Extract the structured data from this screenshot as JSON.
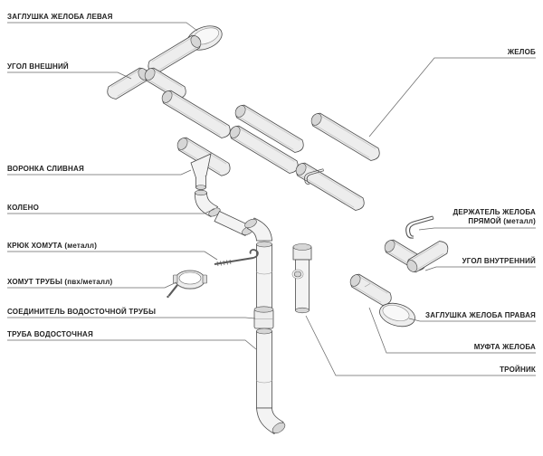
{
  "diagram": {
    "background": "#ffffff",
    "outline_color": "#4a4a4a",
    "leader_line_color": "#6a6a6a",
    "labels": {
      "left": [
        {
          "id": "gutter-end-cap-left",
          "text": "ЗАГЛУШКА ЖЕЛОБА ЛЕВАЯ"
        },
        {
          "id": "corner-external",
          "text": "УГОЛ ВНЕШНИЙ"
        },
        {
          "id": "funnel",
          "text": "ВОРОНКА СЛИВНАЯ"
        },
        {
          "id": "elbow",
          "text": "КОЛЕНО"
        },
        {
          "id": "clamp-hook",
          "text": "КРЮК ХОМУТА (металл)"
        },
        {
          "id": "pipe-clamp",
          "text": "ХОМУТ ТРУБЫ (пвх/металл)"
        },
        {
          "id": "pipe-connector",
          "text": "СОЕДИНИТЕЛЬ ВОДОСТОЧНОЙ ТРУБЫ"
        },
        {
          "id": "downpipe",
          "text": "ТРУБА ВОДОСТОЧНАЯ"
        }
      ],
      "right": [
        {
          "id": "gutter",
          "text": "ЖЕЛОБ"
        },
        {
          "id": "gutter-holder",
          "text": "ДЕРЖАТЕЛЬ ЖЕЛОБА ПРЯМОЙ (металл)"
        },
        {
          "id": "corner-internal",
          "text": "УГОЛ ВНУТРЕННИЙ"
        },
        {
          "id": "gutter-end-cap-right",
          "text": "ЗАГЛУШКА ЖЕЛОБА ПРАВАЯ"
        },
        {
          "id": "gutter-coupling",
          "text": "МУФТА ЖЕЛОБА"
        },
        {
          "id": "tee",
          "text": "ТРОЙНИК"
        }
      ]
    }
  }
}
